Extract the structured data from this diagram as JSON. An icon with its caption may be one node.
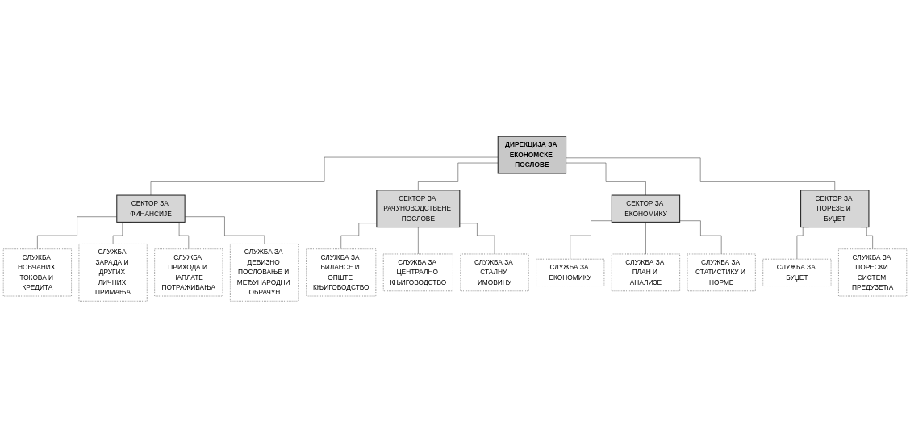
{
  "diagram": {
    "nodes": [
      {
        "text": [
          "ДИРЕКЦИЈА ЗА ЕКОНОМСКЕ ПОСЛОВЕ"
        ]
      },
      {
        "text": [
          "СЕКТОР ЗА ФИНАНСИЈЕ"
        ]
      },
      {
        "text": [
          "СЛУЖБА НОВЧАНИХ ТОКОВА И КРЕДИТА"
        ]
      },
      {
        "text": [
          "СЛУЖБА ЗАРАДА И ДРУГИХ ЛИЧНИХ ПРИМАЊА"
        ]
      },
      {
        "text": [
          "СЛУЖБА ПРИХОДА И НАПЛАТЕ ПОТРАЖИВАЊА"
        ]
      },
      {
        "text": [
          "СЛУЖБА ЗА ДЕВИЗНО ПОСЛОВАЊЕ И МЕЂУНАРОДНИ ОБРАЧУН"
        ]
      },
      {
        "text": [
          "СЕКТОР ЗА РАЧУНОВОДСТВЕНЕ ПОСЛОВЕ"
        ]
      },
      {
        "text": [
          "СЛУЖБА ЗА БИЛАНСЕ И ОПШТЕ КЊИГОВОДСТВО"
        ]
      },
      {
        "text": [
          "СЛУЖБА ЗА ЦЕНТРАЛНО КЊИГОВОДСТВО"
        ]
      },
      {
        "text": [
          "СЛУЖБА ЗА СТАЛНУ ИМОВИНУ"
        ]
      },
      {
        "text": [
          "СЕКТОР ЗА ЕКОНОМИКУ"
        ]
      },
      {
        "text": [
          "СЛУЖБА ЗА ЕКОНОМИКУ"
        ]
      },
      {
        "text": [
          "СЛУЖБА ЗА ПЛАН И АНАЛИЗЕ"
        ]
      },
      {
        "text": [
          "СЛУЖБА ЗА СТАТИСТИКУ И НОРМЕ"
        ]
      },
      {
        "text": [
          "СЕКТОР ЗА ПОРЕЗЕ И БУЏЕТ"
        ]
      },
      {
        "text": [
          "СЛУЖБА ЗА БУЏЕТ"
        ]
      },
      {
        "text": [
          "СЛУЖБА ЗА ПОРЕСКИ СИСТЕМ ПРЕДУЗЕЋА"
        ]
      }
    ],
    "edges": [
      {
        "from": 0,
        "to": 1,
        "arrow": "none"
      },
      {
        "from": 0,
        "to": 6,
        "arrow": "none"
      },
      {
        "from": 0,
        "to": 10,
        "arrow": "none"
      },
      {
        "from": 0,
        "to": 14,
        "arrow": "none"
      },
      {
        "from": 1,
        "to": 2,
        "arrow": "none"
      },
      {
        "from": 1,
        "to": 3,
        "arrow": "none"
      },
      {
        "from": 1,
        "to": 4,
        "arrow": "none"
      },
      {
        "from": 1,
        "to": 5,
        "arrow": "none"
      },
      {
        "from": 6,
        "to": 7,
        "arrow": "none"
      },
      {
        "from": 6,
        "to": 8,
        "arrow": "none"
      },
      {
        "from": 6,
        "to": 9,
        "arrow": "none"
      },
      {
        "from": 10,
        "to": 11,
        "arrow": "none"
      },
      {
        "from": 10,
        "to": 12,
        "arrow": "none"
      },
      {
        "from": 10,
        "to": 13,
        "arrow": "none"
      },
      {
        "from": 14,
        "to": 15,
        "arrow": "none"
      },
      {
        "from": 14,
        "to": 16,
        "arrow": "none"
      }
    ]
  }
}
